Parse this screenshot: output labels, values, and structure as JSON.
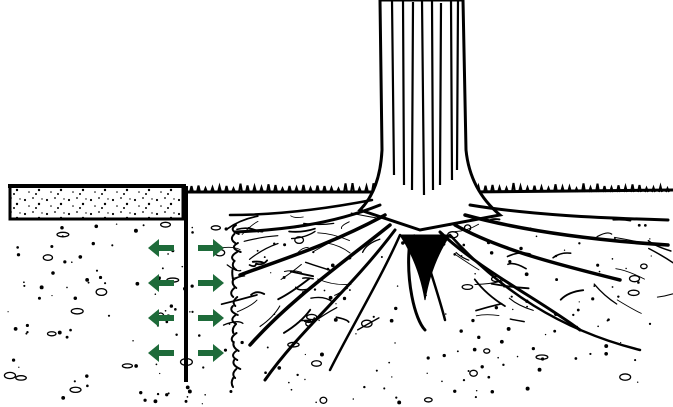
{
  "colors": {
    "ink": "#000000",
    "paper": "#ffffff",
    "arrow": "#1e6b3a"
  },
  "icons": [
    "tree-trunk-icon",
    "tree-roots-icon",
    "root-barrier-icon",
    "arrow-left-icon",
    "arrow-right-icon"
  ],
  "arrows": {
    "pairs": 4,
    "left_direction": "left",
    "right_direction": "right"
  }
}
